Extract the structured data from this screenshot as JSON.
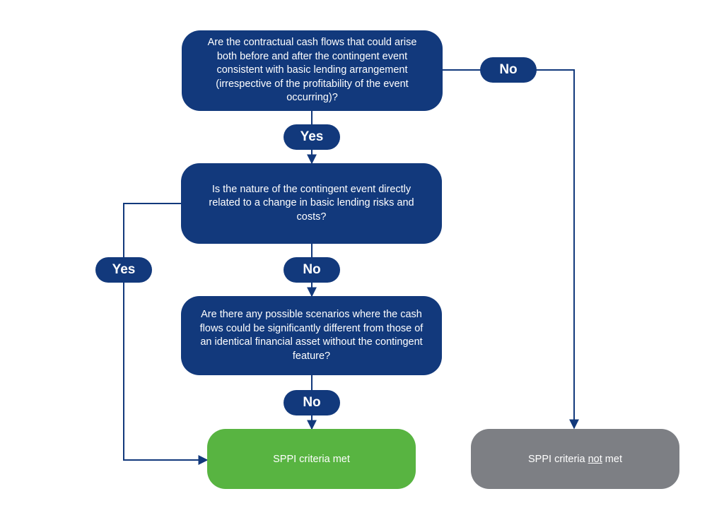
{
  "questions": {
    "q1": "Are the contractual cash flows that could arise both before and after the contingent event consistent with basic lending arrangement (irrespective of the profitability of the event occurring)?",
    "q2": "Is the nature of the contingent event directly related to a change in basic lending risks and costs?",
    "q3": "Are there any possible scenarios where the cash flows could be significantly different from those of an identical financial asset without the contingent feature?"
  },
  "edge_labels": {
    "q1_no": "No",
    "q1_yes": "Yes",
    "q2_yes": "Yes",
    "q2_no": "No",
    "q3_no": "No"
  },
  "results": {
    "met": "SPPI criteria met",
    "not_met_prefix": "SPPI criteria ",
    "not_met_emph": "not",
    "not_met_suffix": " met"
  },
  "colors": {
    "question_box": "#12397c",
    "connector": "#12397c",
    "met_box": "#58b441",
    "not_met_box": "#7d7f84"
  }
}
